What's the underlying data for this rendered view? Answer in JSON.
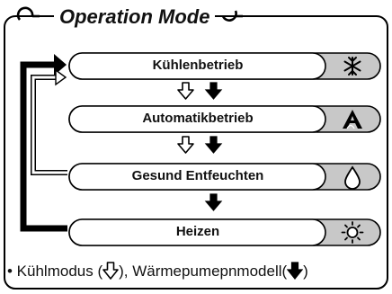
{
  "title": "Operation Mode",
  "modes": [
    {
      "label": "Kühlenbetrieb",
      "icon": "snowflake-icon"
    },
    {
      "label": "Automatikbetrieb",
      "icon": "auto-a-icon"
    },
    {
      "label": "Gesund Entfeuchten",
      "icon": "water-drop-icon"
    },
    {
      "label": "Heizen",
      "icon": "sun-icon"
    }
  ],
  "legend": {
    "prefix": "• Kühlmodus (",
    "middle": "), Wärmepumepnmodell(",
    "suffix": ")"
  },
  "arrow_icons": {
    "cooling_only": "hollow-down-arrow-icon",
    "heat_pump": "solid-down-arrow-icon"
  },
  "colors": {
    "line": "#000000",
    "panel": "#ffffff",
    "shadow": "#c8c8c8"
  }
}
